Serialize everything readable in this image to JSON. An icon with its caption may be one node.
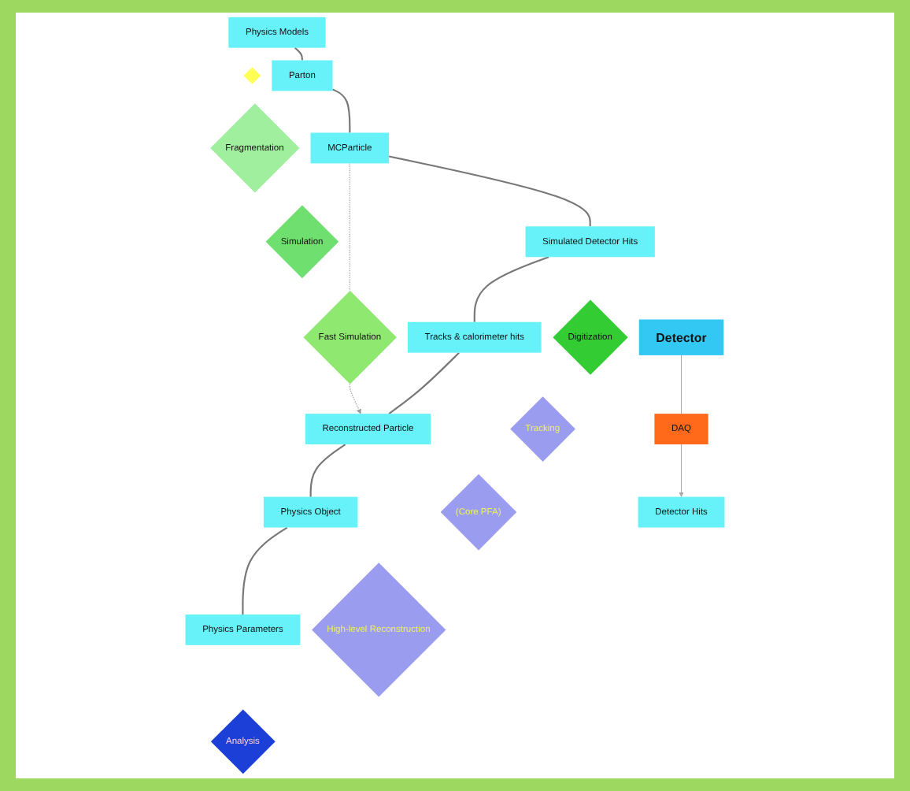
{
  "diagram": {
    "nodes": [
      {
        "text": [
          "Physics Models"
        ]
      },
      {
        "text": [
          "Physics Parameters"
        ]
      },
      {
        "text": [],
        "shape": "diamond"
      },
      {
        "text": [
          "Analysis"
        ]
      },
      {
        "text": [
          "Parton"
        ]
      },
      {
        "text": [
          "Physics Object"
        ]
      },
      {
        "text": [
          "Fragmentation"
        ]
      },
      {
        "text": [
          "High-level Reconstruction"
        ]
      },
      {
        "text": [
          "MCParticle"
        ]
      },
      {
        "text": [
          "Fast Simulation"
        ]
      },
      {
        "text": [
          "Reconstructed Particle"
        ]
      },
      {
        "text": [
          "Simulation"
        ]
      },
      {
        "text": [
          "(Core PFA)"
        ]
      },
      {
        "text": [
          "Simulated Detector Hits"
        ]
      },
      {
        "text": [
          "Tracks & calorimeter hits"
        ]
      },
      {
        "text": [
          "Digitization"
        ]
      },
      {
        "text": [
          "Tracking"
        ]
      },
      {
        "text": [
          "Detector"
        ]
      },
      {
        "text": [
          "DAQ"
        ]
      },
      {
        "text": [
          "Detector Hits"
        ]
      }
    ],
    "edges": [
      {
        "from": 0,
        "to": 4,
        "arrow": "none"
      },
      {
        "from": 4,
        "to": 8,
        "arrow": "none"
      },
      {
        "from": 8,
        "to": 13,
        "arrow": "none"
      },
      {
        "from": 13,
        "to": 14,
        "arrow": "none"
      },
      {
        "from": 14,
        "to": 10,
        "arrow": "none"
      },
      {
        "from": 10,
        "to": 5,
        "arrow": "none"
      },
      {
        "from": 5,
        "to": 1,
        "arrow": "none"
      },
      {
        "from": 8,
        "to": 9,
        "arrow": "none",
        "style": "dashed",
        "color": "#999999"
      },
      {
        "from": 9,
        "to": 10,
        "arrow": "to",
        "style": "dashed",
        "color": "#999999"
      },
      {
        "from": 17,
        "to": 18,
        "arrow": "none",
        "color": "#aaaaaa"
      },
      {
        "from": 18,
        "to": 19,
        "arrow": "to",
        "color": "#aaaaaa"
      }
    ]
  }
}
